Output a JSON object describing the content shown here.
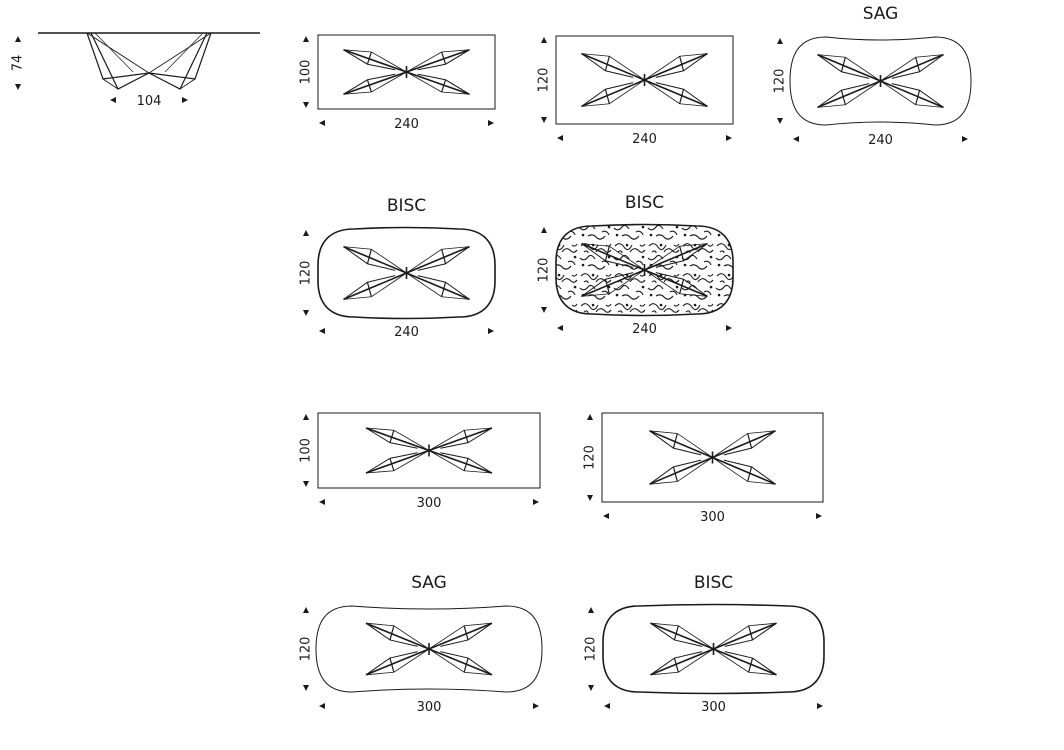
{
  "side_view": {
    "height_label": "74",
    "depth_label": "104"
  },
  "tables": [
    {
      "shape": "rect",
      "title": "",
      "width_label": "240",
      "depth_label": "100",
      "patterned": false
    },
    {
      "shape": "rect",
      "title": "",
      "width_label": "240",
      "depth_label": "120",
      "patterned": false
    },
    {
      "shape": "sag",
      "title": "SAG",
      "width_label": "240",
      "depth_label": "120",
      "patterned": false
    },
    {
      "shape": "bisc",
      "title": "BISC",
      "width_label": "240",
      "depth_label": "120",
      "patterned": false
    },
    {
      "shape": "bisc",
      "title": "BISC",
      "width_label": "240",
      "depth_label": "120",
      "patterned": true
    },
    {
      "shape": "rect",
      "title": "",
      "width_label": "300",
      "depth_label": "100",
      "patterned": false
    },
    {
      "shape": "rect",
      "title": "",
      "width_label": "300",
      "depth_label": "120",
      "patterned": false
    },
    {
      "shape": "sag",
      "title": "SAG",
      "width_label": "300",
      "depth_label": "120",
      "patterned": false
    },
    {
      "shape": "bisc",
      "title": "BISC",
      "width_label": "300",
      "depth_label": "120",
      "patterned": false
    }
  ]
}
